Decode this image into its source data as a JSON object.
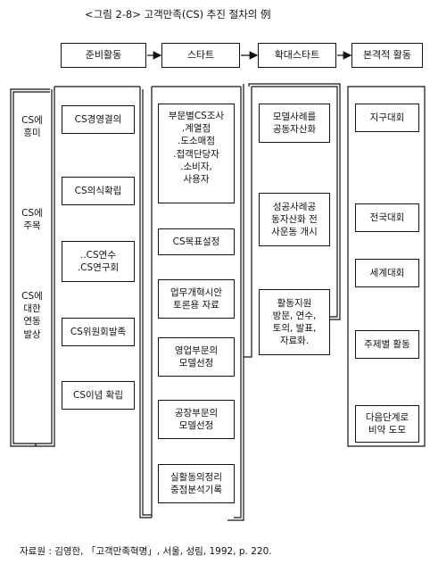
{
  "title": "<그림 2-8> 고객만족(CS) 추진 절차의 例",
  "stages": [
    "준비활동",
    "스타트",
    "확대스타트",
    "본격적 활동"
  ],
  "col0_items": [
    "CS에\n흥미",
    "CS에\n주목",
    "CS에\n대한\n연동\n발상"
  ],
  "col1_items": [
    "CS경영결의",
    "CS의식확립",
    "..CS연수\n.CS연구회",
    "CS위원회발족",
    "CS이념 확립"
  ],
  "col2_items": [
    "부문별CS조사\n.계열점\n.도소매점\n.접객단당자\n.소비자,\n사용자",
    "CS목표설정",
    "업무개혁시안\n토론용 자료",
    "영업부문의\n모델선정",
    "공장부문의\n모델선정",
    "실활동의정리\n중점분석기록"
  ],
  "col3_items": [
    "모델사례를\n공동자산화",
    "성공사례공\n동자산화 전\n사운동 개시",
    "활동지원\n방문, 연수,\n토의, 발표,\n자료화."
  ],
  "col4_items": [
    "지구대회",
    "전국대회",
    "세계대회",
    "주제별 활동",
    "다음단계로\n비약 도모"
  ],
  "source": "자료원 : 김영한, 「고객만족혁명」, 서울, 성림, 1992, p. 220."
}
